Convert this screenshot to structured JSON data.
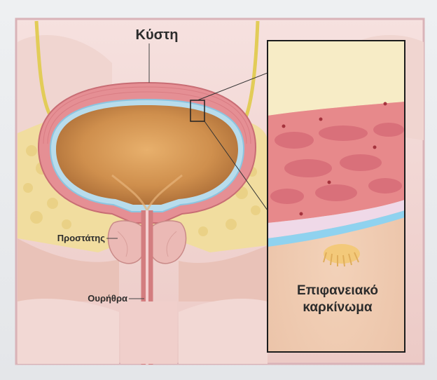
{
  "labels": {
    "bladder": "Κύστη",
    "prostate": "Προστάτης",
    "urethra": "Ουρήθρα",
    "carcinoma_line1": "Επιφανειακό",
    "carcinoma_line2": "καρκίνωμα"
  },
  "colors": {
    "background": "#e9eaec",
    "frame": "#d9b3b8",
    "fat": "#f1dd9f",
    "bladder_wall": "#e58f94",
    "bladder_lumen": "#d79a57",
    "mucosa": "#9fd6ee",
    "tumor": "#f3c97a",
    "inset_border": "#1c1c1c"
  }
}
